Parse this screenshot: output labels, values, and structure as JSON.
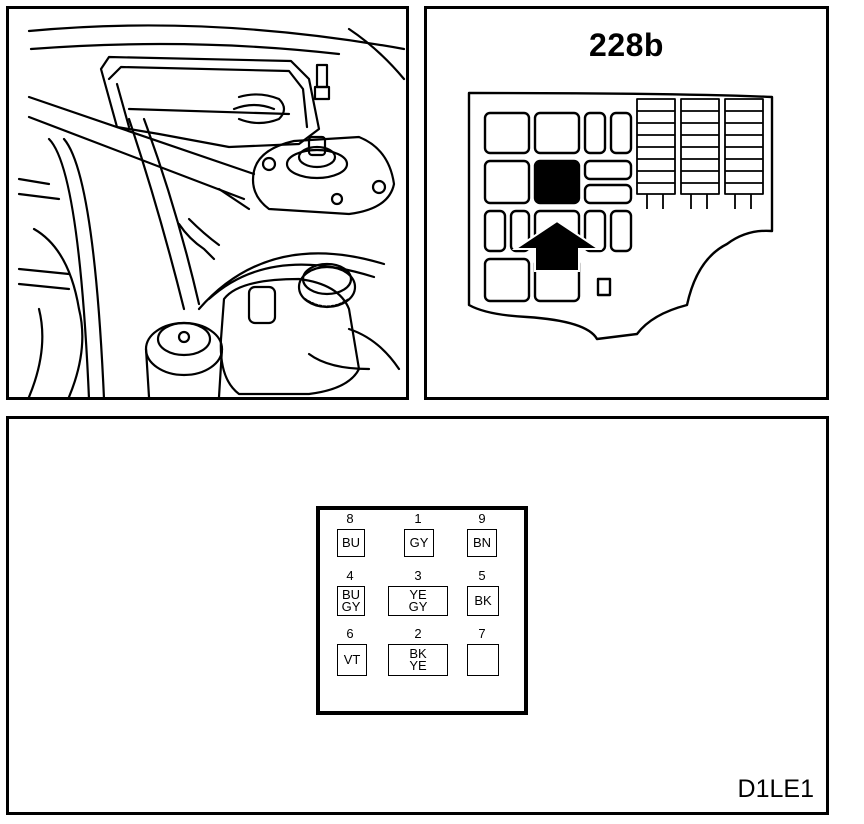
{
  "fuse_box": {
    "title": "228b"
  },
  "diagram_code": "D1LE1",
  "connector": {
    "pins": [
      {
        "number": "8",
        "colors": [
          "BU"
        ]
      },
      {
        "number": "1",
        "colors": [
          "GY"
        ]
      },
      {
        "number": "9",
        "colors": [
          "BN"
        ]
      },
      {
        "number": "4",
        "colors": [
          "BU",
          "GY"
        ]
      },
      {
        "number": "3",
        "colors": [
          "YE",
          "GY"
        ]
      },
      {
        "number": "5",
        "colors": [
          "BK"
        ]
      },
      {
        "number": "6",
        "colors": [
          "VT"
        ]
      },
      {
        "number": "2",
        "colors": [
          "BK",
          "YE"
        ]
      },
      {
        "number": "7",
        "colors": []
      }
    ]
  }
}
